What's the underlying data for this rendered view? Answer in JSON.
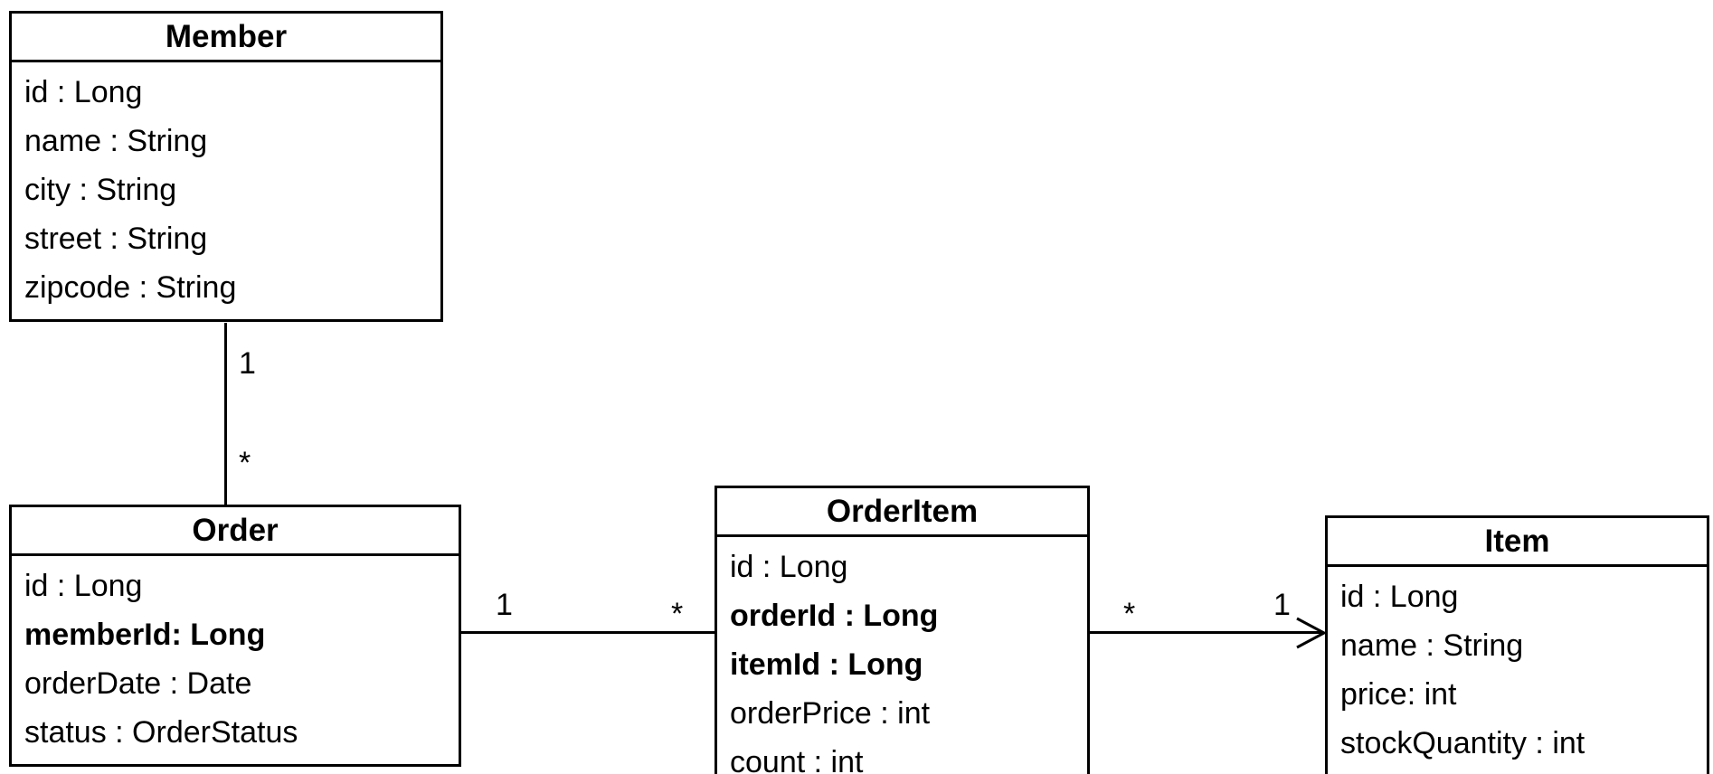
{
  "diagram": {
    "type": "uml-class-diagram",
    "colors": {
      "line": "#000000",
      "background": "#ffffff",
      "text": "#000000"
    },
    "classes": {
      "member": {
        "name": "Member",
        "attributes": [
          {
            "text": "id : Long",
            "bold": false
          },
          {
            "text": "name : String",
            "bold": false
          },
          {
            "text": "city : String",
            "bold": false
          },
          {
            "text": "street : String",
            "bold": false
          },
          {
            "text": "zipcode : String",
            "bold": false
          }
        ]
      },
      "order": {
        "name": "Order",
        "attributes": [
          {
            "text": "id : Long",
            "bold": false
          },
          {
            "text": "memberId: Long",
            "bold": true
          },
          {
            "text": "orderDate : Date",
            "bold": false
          },
          {
            "text": "status : OrderStatus",
            "bold": false
          }
        ]
      },
      "orderItem": {
        "name": "OrderItem",
        "attributes": [
          {
            "text": "id : Long",
            "bold": false
          },
          {
            "text": "orderId : Long",
            "bold": true
          },
          {
            "text": "itemId : Long",
            "bold": true
          },
          {
            "text": "orderPrice : int",
            "bold": false
          },
          {
            "text": "count : int",
            "bold": false
          }
        ]
      },
      "item": {
        "name": "Item",
        "attributes": [
          {
            "text": "id : Long",
            "bold": false
          },
          {
            "text": "name : String",
            "bold": false
          },
          {
            "text": "price: int",
            "bold": false
          },
          {
            "text": "stockQuantity : int",
            "bold": false
          }
        ]
      }
    },
    "relationships": {
      "member_order": {
        "near_member": "1",
        "near_order": "*"
      },
      "order_orderItem": {
        "near_order": "1",
        "near_orderItem": "*"
      },
      "orderItem_item": {
        "near_orderItem": "*",
        "near_item": "1"
      }
    }
  }
}
